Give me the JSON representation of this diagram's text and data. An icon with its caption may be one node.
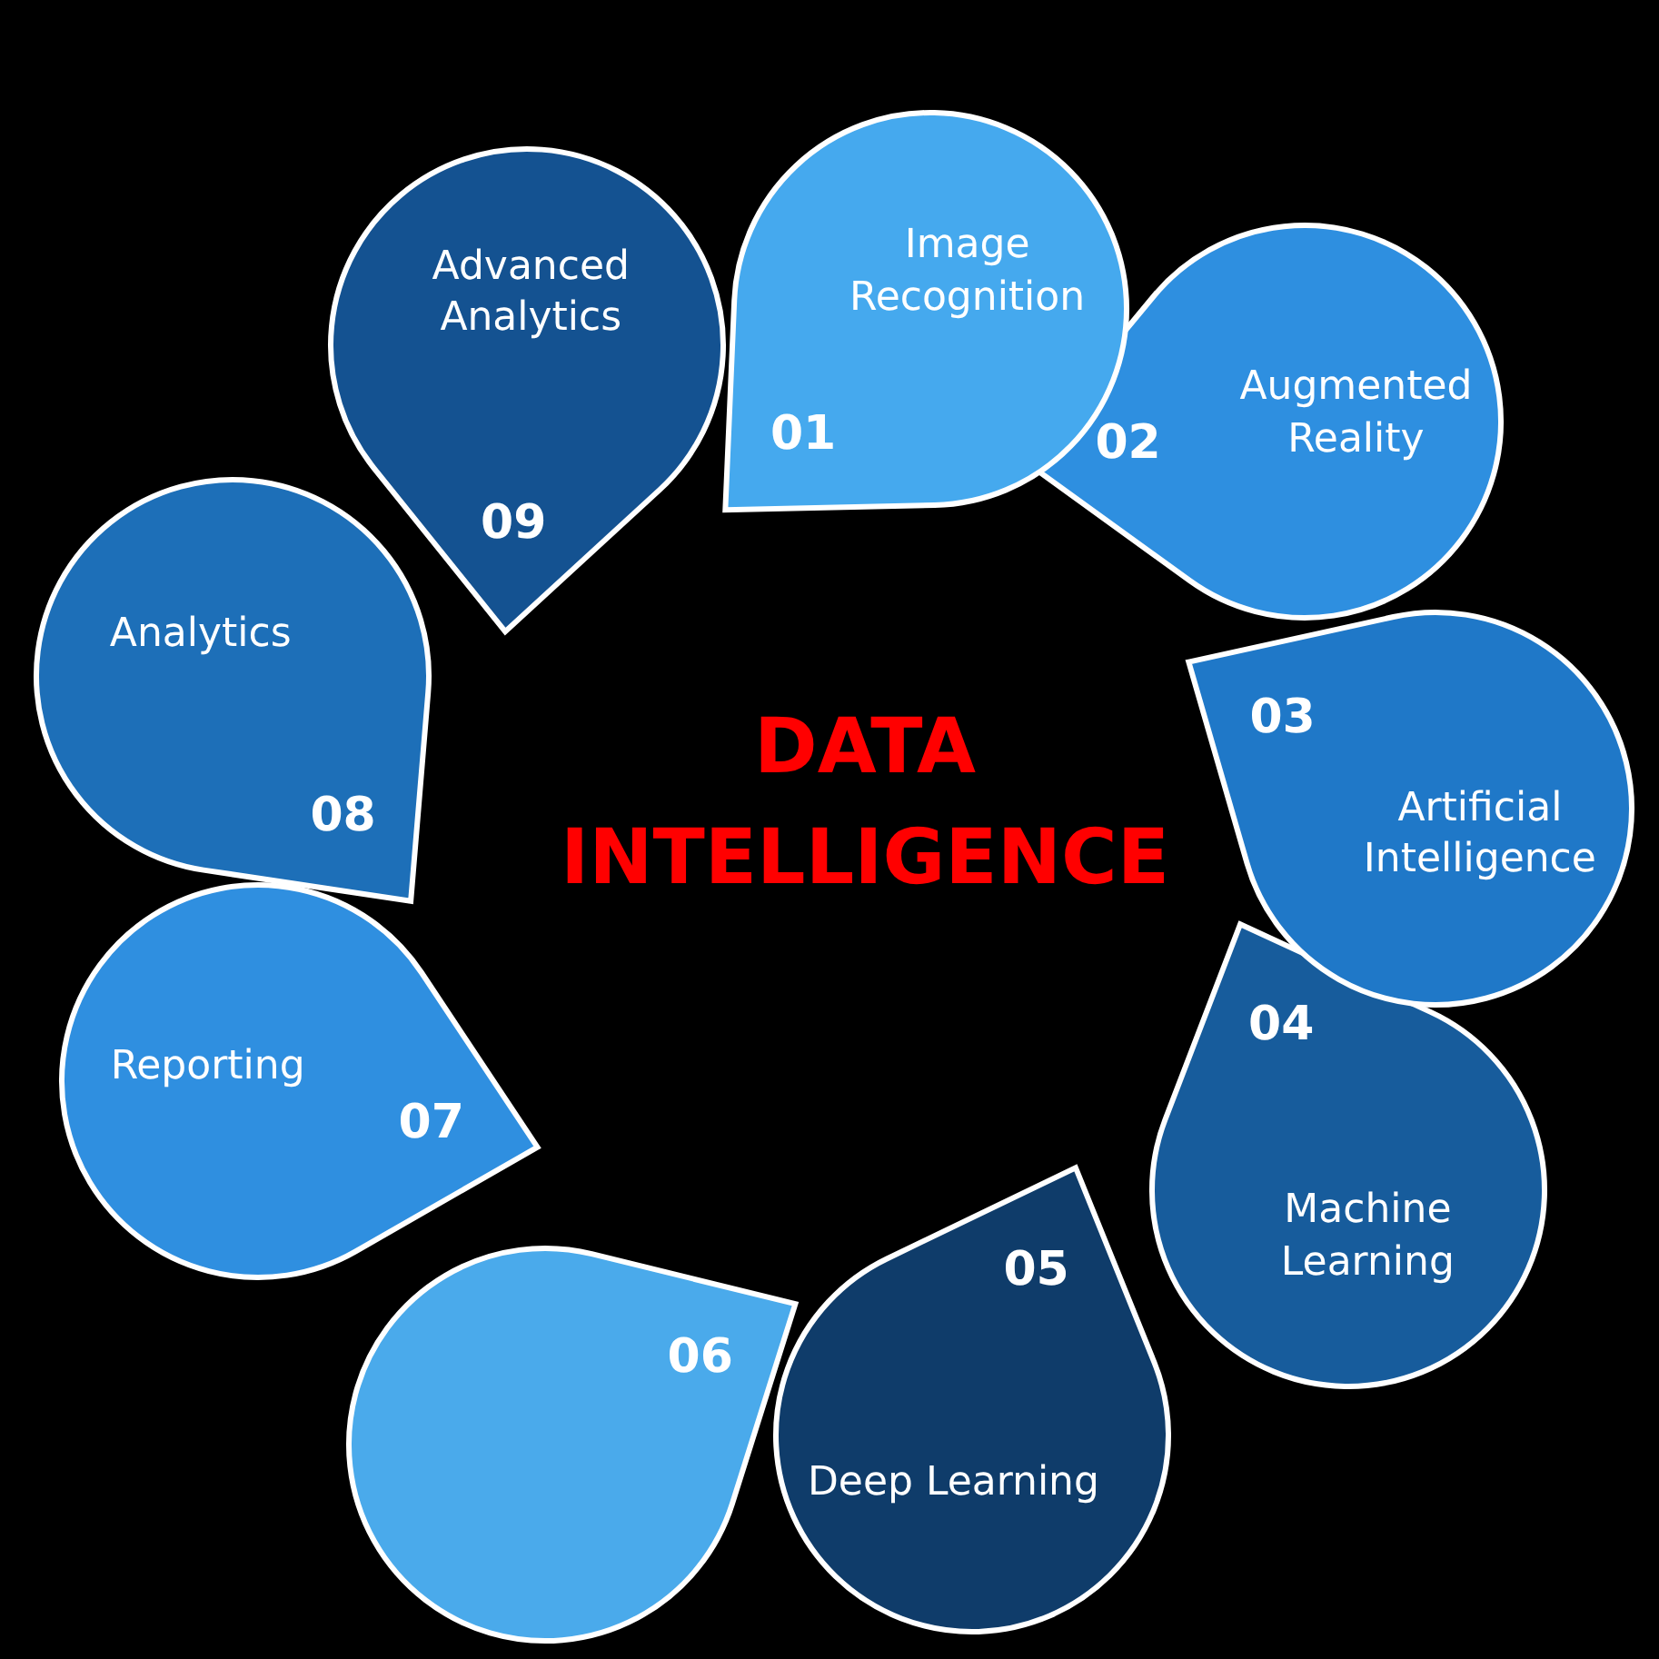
{
  "diagram": {
    "title": "DATA INTELLIGENCE",
    "nodes": [
      {
        "text": [
          "Image Recognition",
          "01"
        ]
      },
      {
        "text": [
          "02",
          "Augmented Reality"
        ]
      },
      {
        "text": [
          "03",
          "Artificial Intelligence"
        ]
      },
      {
        "text": [
          "04",
          "Machine Learning"
        ]
      },
      {
        "text": [
          "05",
          "Deep Learning"
        ]
      },
      {
        "text": [
          "06"
        ]
      },
      {
        "text": [
          "Reporting",
          "07"
        ]
      },
      {
        "text": [
          "Analytics",
          "08"
        ]
      },
      {
        "text": [
          "Advanced Analytics",
          "09"
        ]
      }
    ]
  }
}
